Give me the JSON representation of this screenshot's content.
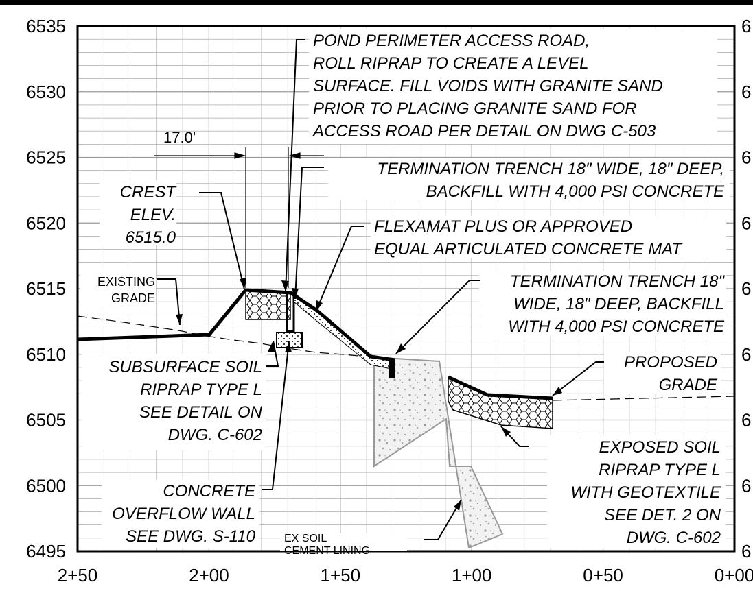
{
  "y_axis": {
    "ticks": [
      "6535",
      "6530",
      "6525",
      "6520",
      "6515",
      "6510",
      "6505",
      "6500",
      "6495"
    ]
  },
  "x_axis": {
    "ticks": [
      "2+50",
      "2+00",
      "1+50",
      "1+00",
      "0+50",
      "0+00"
    ]
  },
  "right_edge_ticks": [
    "6",
    "6",
    "6",
    "6",
    "6",
    "6",
    "6",
    "6",
    "6"
  ],
  "dimension": {
    "text": "17.0'"
  },
  "callouts": {
    "access_road": [
      "POND PERIMETER ACCESS ROAD,",
      "ROLL RIPRAP TO CREATE A LEVEL",
      "SURFACE. FILL VOIDS WITH GRANITE SAND",
      "PRIOR TO PLACING GRANITE SAND FOR",
      "ACCESS ROAD PER DETAIL ON DWG C-503"
    ],
    "trench_top": [
      "TERMINATION TRENCH 18\" WIDE, 18\" DEEP,",
      "BACKFILL WITH 4,000 PSI CONCRETE"
    ],
    "crest": [
      "CREST",
      "ELEV.",
      "6515.0"
    ],
    "flexamat": [
      "FLEXAMAT PLUS OR APPROVED",
      "EQUAL ARTICULATED CONCRETE MAT"
    ],
    "existing_grade": [
      "EXISTING",
      "GRADE"
    ],
    "trench_mid": [
      "TERMINATION TRENCH 18\"",
      "WIDE, 18\" DEEP, BACKFILL",
      "WITH 4,000 PSI CONCRETE"
    ],
    "subsurface": [
      "SUBSURFACE SOIL",
      "RIPRAP TYPE L",
      "SEE DETAIL ON",
      "DWG. C-602"
    ],
    "proposed_grade": [
      "PROPOSED",
      "GRADE"
    ],
    "exposed": [
      "EXPOSED SOIL",
      "RIPRAP TYPE L",
      "WITH GEOTEXTILE",
      "SEE DET. 2 ON",
      "DWG. C-602"
    ],
    "concrete_wall": [
      "CONCRETE",
      "OVERFLOW WALL",
      "SEE DWG. S-110"
    ],
    "soil_cement": [
      "EX  SOIL",
      "CEMENT  LINING"
    ]
  }
}
